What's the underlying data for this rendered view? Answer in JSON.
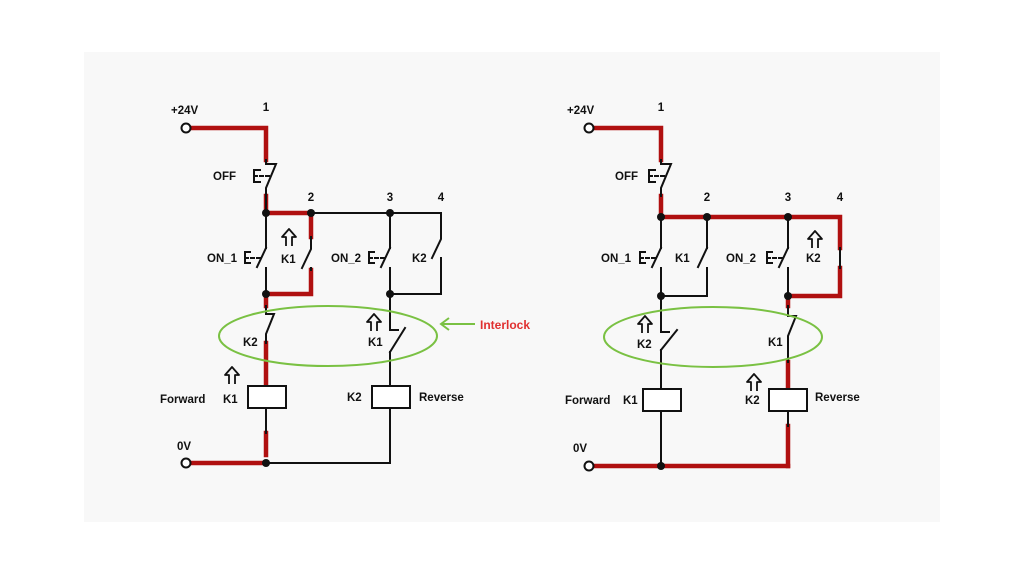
{
  "colors": {
    "active_wire": "#b01010",
    "wire": "#111111",
    "interlock_highlight": "#7ac143",
    "interlock_note": "#e03030"
  },
  "left": {
    "supply_label": "+24V",
    "ground_label": "0V",
    "node_1": "1",
    "node_2": "2",
    "node_3": "3",
    "node_4": "4",
    "off_label": "OFF",
    "on1_label": "ON_1",
    "on2_label": "ON_2",
    "k1_contact_label": "K1",
    "k2_contact_label": "K2",
    "k2_interlock_label": "K2",
    "k1_interlock_label": "K1",
    "k1_coil_label": "K1",
    "k2_coil_label": "K2",
    "forward_label": "Forward",
    "reverse_label": "Reverse",
    "interlock_note": "Interlock"
  },
  "right": {
    "supply_label": "+24V",
    "ground_label": "0V",
    "node_1": "1",
    "node_2": "2",
    "node_3": "3",
    "node_4": "4",
    "off_label": "OFF",
    "on1_label": "ON_1",
    "on2_label": "ON_2",
    "k1_contact_label": "K1",
    "k2_contact_label": "K2",
    "k2_interlock_label": "K2",
    "k1_interlock_label": "K1",
    "k1_coil_label": "K1",
    "k2_coil_label": "K2",
    "forward_label": "Forward",
    "reverse_label": "Reverse"
  }
}
